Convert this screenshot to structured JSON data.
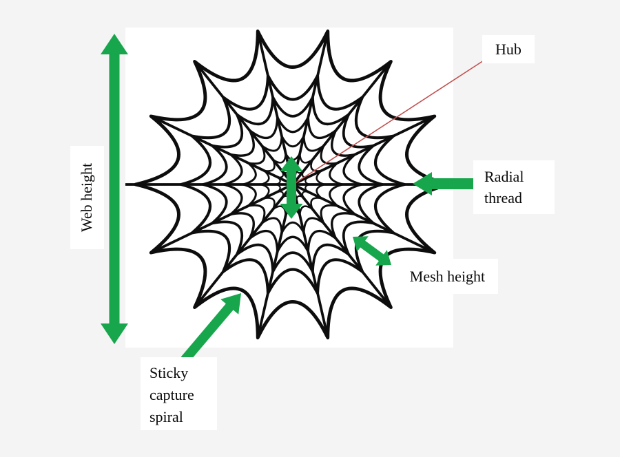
{
  "diagram": {
    "labels": {
      "hub": "Hub",
      "web_height": "Web height",
      "radial_thread": "Radial thread",
      "mesh_height": "Mesh height",
      "sticky_capture_spiral": "Sticky capture spiral"
    },
    "colors": {
      "arrow_green": "#17a64c",
      "pointer_red": "#c1504e",
      "web_stroke": "#0d0d0d",
      "panel_background": "#ffffff",
      "page_background": "#f5f4f4",
      "label_background": "#ffffff",
      "text": "#0a0a0a"
    }
  }
}
